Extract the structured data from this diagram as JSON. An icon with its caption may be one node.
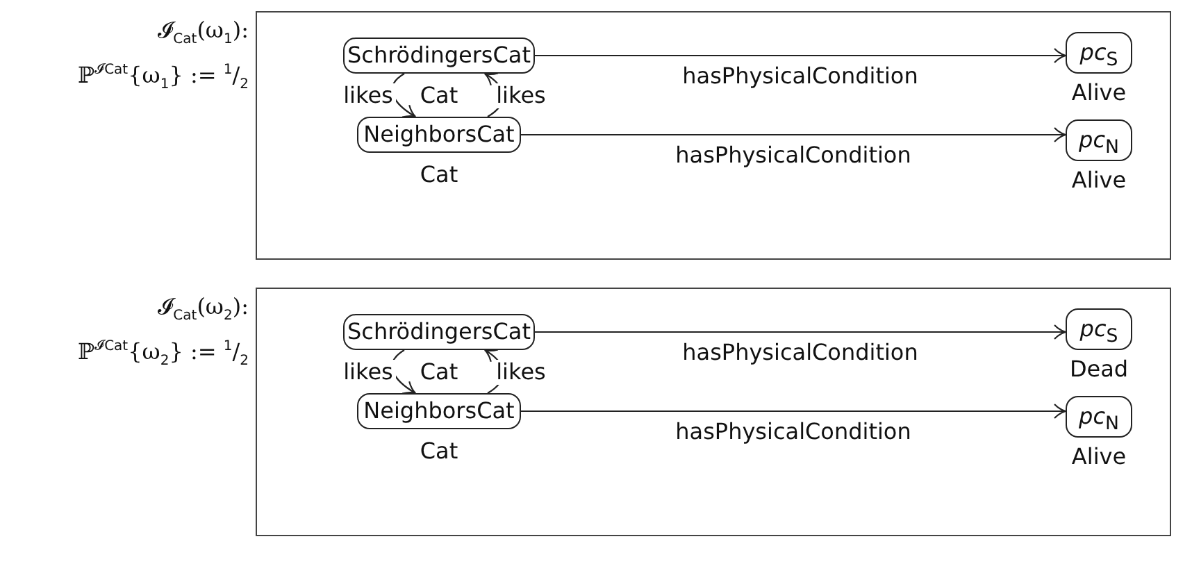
{
  "diagram": {
    "nodes": [
      {
        "text": [
          "𝓘$_{Cat}$(ω$_{1}$):",
          "ℙ$^{𝓘Cat}${ω$_{1}$} := $^{1}$/$_{2}$"
        ]
      },
      {
        "text": [
          "SchrödingersCat"
        ],
        "in": 0,
        "beside": [
          "Cat"
        ]
      },
      {
        "text": [
          "NeighborsCat"
        ],
        "in": 0,
        "beside": [
          "Cat"
        ]
      },
      {
        "text": [
          "*pc*$_{S}$"
        ],
        "in": 0,
        "beside": [
          "Alive"
        ]
      },
      {
        "text": [
          "*pc*$_{N}$"
        ],
        "in": 0,
        "beside": [
          "Alive"
        ]
      },
      {
        "text": [
          "𝓘$_{Cat}$(ω$_{2}$):",
          "ℙ$^{𝓘Cat}${ω$_{2}$} := $^{1}$/$_{2}$"
        ]
      },
      {
        "text": [
          "SchrödingersCat"
        ],
        "in": 5,
        "beside": [
          "Cat"
        ]
      },
      {
        "text": [
          "NeighborsCat"
        ],
        "in": 5,
        "beside": [
          "Cat"
        ]
      },
      {
        "text": [
          "*pc*$_{S}$"
        ],
        "in": 5,
        "beside": [
          "Dead"
        ]
      },
      {
        "text": [
          "*pc*$_{N}$"
        ],
        "in": 5,
        "beside": [
          "Alive"
        ]
      }
    ],
    "edges": [
      {
        "from": 1,
        "to": 3,
        "arrow": "to",
        "label": "hasPhysicalCondition"
      },
      {
        "from": 1,
        "to": 2,
        "arrow": "to",
        "label": "likes"
      },
      {
        "from": 2,
        "to": 1,
        "arrow": "to",
        "label": "likes"
      },
      {
        "from": 2,
        "to": 4,
        "arrow": "to",
        "label": "hasPhysicalCondition"
      },
      {
        "from": 6,
        "to": 8,
        "arrow": "to",
        "label": "hasPhysicalCondition"
      },
      {
        "from": 6,
        "to": 7,
        "arrow": "to",
        "label": "likes"
      },
      {
        "from": 7,
        "to": 6,
        "arrow": "to",
        "label": "likes"
      },
      {
        "from": 7,
        "to": 9,
        "arrow": "to",
        "label": "hasPhysicalCondition"
      }
    ]
  }
}
